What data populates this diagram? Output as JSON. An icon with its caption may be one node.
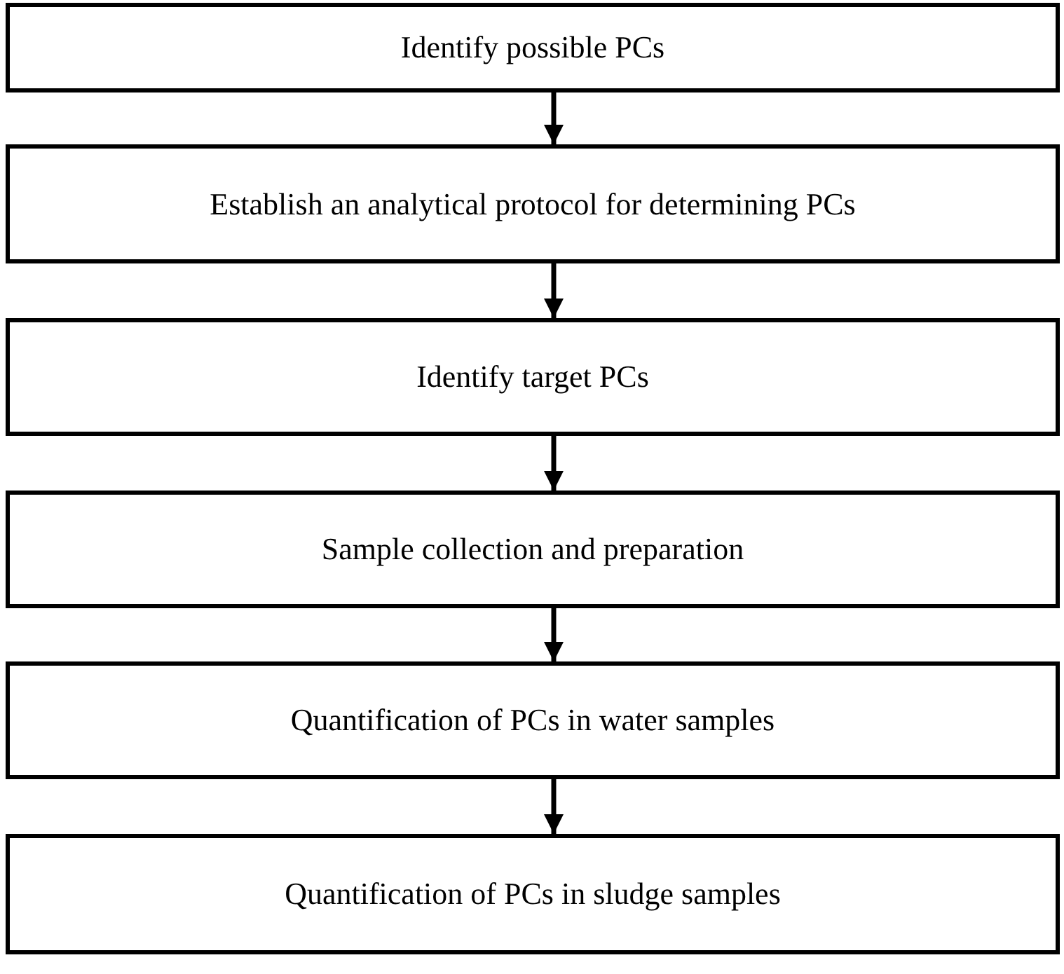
{
  "diagram": {
    "nodes": [
      {
        "text": [
          "Identify possible PCs"
        ]
      },
      {
        "text": [
          "Establish an analytical protocol for determining PCs"
        ]
      },
      {
        "text": [
          "Identify target PCs"
        ]
      },
      {
        "text": [
          "Sample collection and preparation"
        ]
      },
      {
        "text": [
          "Quantification of PCs in water samples"
        ]
      },
      {
        "text": [
          "Quantification of PCs in sludge samples"
        ]
      }
    ],
    "edges": [
      {
        "from": 0,
        "to": 1,
        "arrow": "to"
      },
      {
        "from": 1,
        "to": 2,
        "arrow": "to"
      },
      {
        "from": 2,
        "to": 3,
        "arrow": "to"
      },
      {
        "from": 3,
        "to": 4,
        "arrow": "to"
      },
      {
        "from": 4,
        "to": 5,
        "arrow": "to"
      }
    ]
  }
}
